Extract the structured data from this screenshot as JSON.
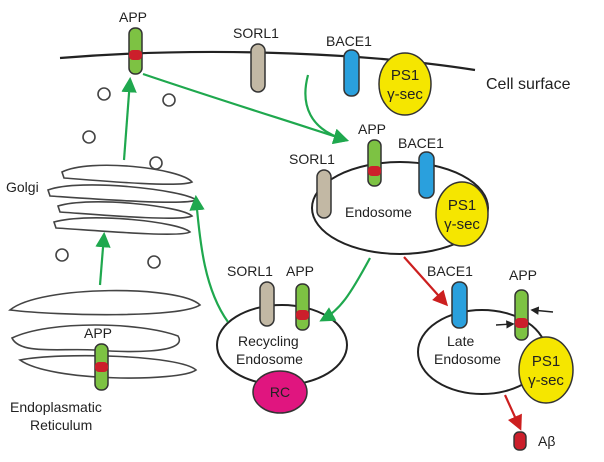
{
  "labels": {
    "app_top": "APP",
    "sorl1_top": "SORL1",
    "bace1_top": "BACE1",
    "cell_surface": "Cell surface",
    "golgi": "Golgi",
    "endosome_app": "APP",
    "endosome_bace1": "BACE1",
    "endosome_sorl1": "SORL1",
    "endosome": "Endosome",
    "recycling_sorl1": "SORL1",
    "recycling_app": "APP",
    "recycling_line1": "Recycling",
    "recycling_line2": "Endosome",
    "late_bace1": "BACE1",
    "late_app": "APP",
    "late_line1": "Late",
    "late_line2": "Endosome",
    "er_app": "APP",
    "er_line1": "Endoplasmatic",
    "er_line2": "Reticulum",
    "ps1_line1": "PS1",
    "ps1_line2": "γ-sec",
    "rc": "RC",
    "abeta": "Aβ"
  },
  "colors": {
    "app_green": "#7dc243",
    "app_red": "#cc1f2b",
    "sorl1_tan": "#c2b8a4",
    "bace1_blue": "#2aa0dd",
    "ps1_yellow": "#f5e600",
    "rc_magenta": "#e0157f",
    "arrow_green": "#1fa84e",
    "arrow_red": "#cc1f1f"
  }
}
